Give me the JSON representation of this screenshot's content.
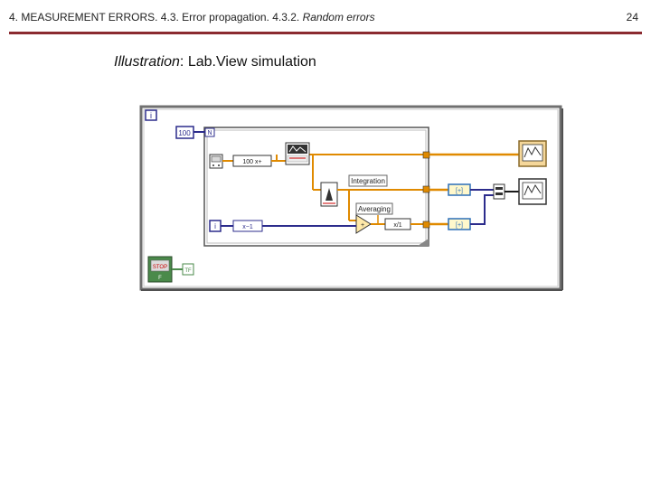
{
  "header": {
    "breadcrumb": "4. MEASUREMENT ERRORS. 4.3. Error propagation. 4.3.2.",
    "section": "Random errors",
    "page_number": "24",
    "accent_color": "#8b2a30"
  },
  "subtitle": {
    "lead": "Illustration",
    "rest": ":  Lab.View simulation"
  },
  "diagram": {
    "loop_index_label": "i",
    "count_constant": "100",
    "multiply_label": "100 x+",
    "integration_label": "Integration",
    "averaging_label": "Averaging",
    "divide_label": "x/1",
    "decrement_label": "x−1",
    "iter_label": "i",
    "stop_button": "STOP",
    "stop_sub": "F",
    "indicator_label": "TF",
    "wire_colors": {
      "orange": "#e08a00",
      "blue": "#2c2c8c",
      "dark": "#1a1a1a"
    }
  }
}
